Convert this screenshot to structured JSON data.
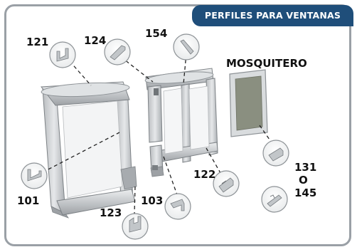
{
  "banner": {
    "title": "PERFILES PARA VENTANAS",
    "color": "#1f4e7a"
  },
  "mosquitero": {
    "label": "MOSQUITERO"
  },
  "profiles": [
    {
      "code": "121",
      "icon": "profile-121-icon"
    },
    {
      "code": "124",
      "icon": "profile-124-icon"
    },
    {
      "code": "154",
      "icon": "profile-154-icon"
    },
    {
      "code": "101",
      "icon": "profile-101-icon"
    },
    {
      "code": "123",
      "icon": "profile-123-icon"
    },
    {
      "code": "103",
      "icon": "profile-103-icon"
    },
    {
      "code": "122",
      "icon": "profile-122-icon"
    },
    {
      "code": "131",
      "icon": "profile-131-icon"
    },
    {
      "code": "145",
      "icon": "profile-145-icon"
    }
  ],
  "connector": {
    "label": "O"
  },
  "colors": {
    "frame_border": "#9aa0a6",
    "aluminum": "#c9ccce",
    "aluminum_dark": "#8d9296",
    "mesh": "#8a8f80"
  }
}
